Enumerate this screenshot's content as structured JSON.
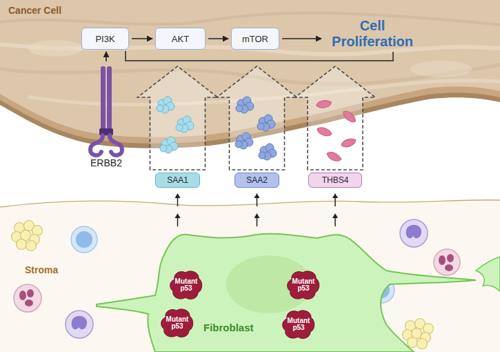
{
  "diagram": {
    "nodes": [
      {
        "text": [
          "Cancer Cell"
        ]
      },
      {
        "text": [
          "PI3K"
        ],
        "in": 0
      },
      {
        "text": [
          "AKT"
        ],
        "in": 0
      },
      {
        "text": [
          "mTOR"
        ],
        "in": 0
      },
      {
        "text": [
          "Cell Proliferation"
        ],
        "in": 0
      },
      {
        "text": [
          "ERBB2"
        ]
      },
      {
        "text": [
          "SAA1"
        ]
      },
      {
        "text": [
          "SAA2"
        ]
      },
      {
        "text": [
          "THBS4"
        ]
      },
      {
        "text": [
          "Stroma"
        ]
      },
      {
        "text": [
          "Fibroblast"
        ],
        "in": 9
      },
      {
        "text": [
          "Mutant p53"
        ],
        "in": 10
      },
      {
        "text": [
          "Mutant p53"
        ],
        "in": 10
      },
      {
        "text": [
          "Mutant p53"
        ],
        "in": 10
      },
      {
        "text": [
          "Mutant p53"
        ],
        "in": 10
      }
    ],
    "edges": [
      {
        "from": 1,
        "to": 2,
        "arrow": "to"
      },
      {
        "from": 2,
        "to": 3,
        "arrow": "to"
      },
      {
        "from": 3,
        "to": 4,
        "arrow": "to"
      },
      {
        "from": 1,
        "to": 4,
        "arrow": "none"
      },
      {
        "from": 5,
        "to": 1,
        "arrow": "to"
      },
      {
        "from": 6,
        "to": 0,
        "arrow": "to"
      },
      {
        "from": 7,
        "to": 0,
        "arrow": "to"
      },
      {
        "from": 8,
        "to": 0,
        "arrow": "to"
      },
      {
        "from": 10,
        "to": 6,
        "arrow": "to"
      },
      {
        "from": 10,
        "to": 7,
        "arrow": "to"
      },
      {
        "from": 10,
        "to": 8,
        "arrow": "to"
      }
    ]
  }
}
